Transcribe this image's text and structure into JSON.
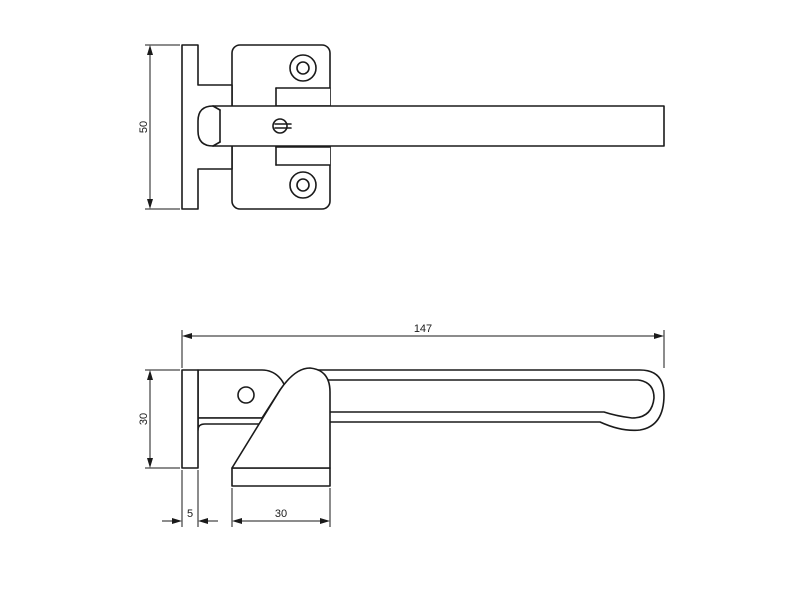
{
  "drawing": {
    "top_view": {
      "height_dim_label": "50"
    },
    "side_view": {
      "length_dim_label": "147",
      "height_dim_label": "30",
      "plate_dim_label": "5",
      "base_dim_label": "30"
    }
  }
}
